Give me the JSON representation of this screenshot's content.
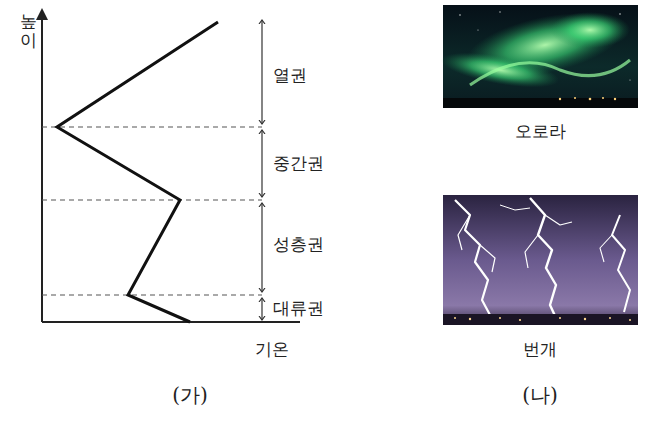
{
  "diagram": {
    "labels": [
      "높이",
      "열권",
      "중간권",
      "성층권",
      "대류권",
      "기온",
      "오로라",
      "번개",
      "(가)",
      "(나)"
    ]
  }
}
